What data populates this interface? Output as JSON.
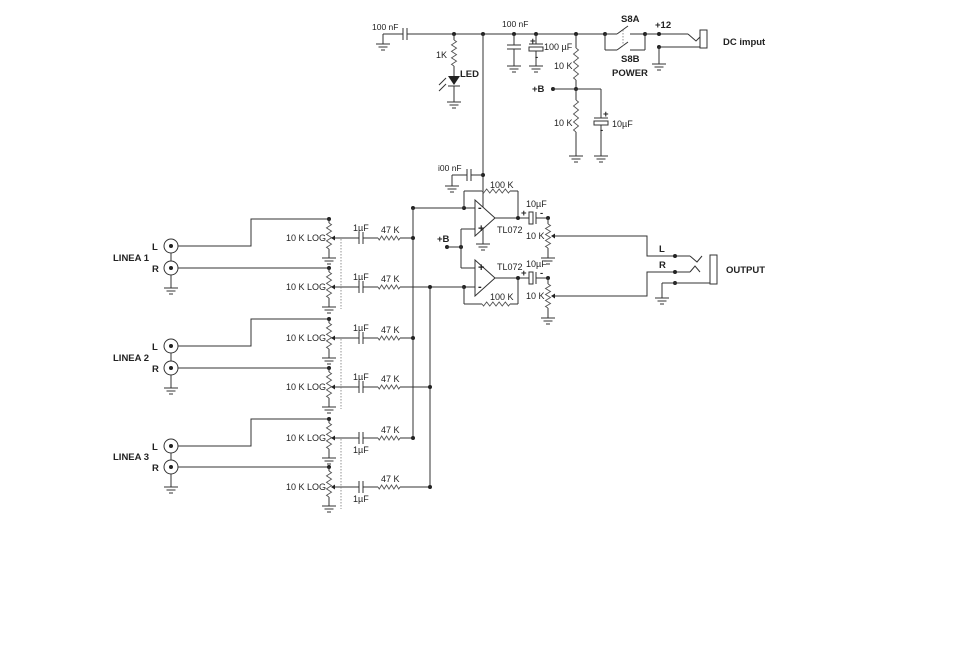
{
  "power": {
    "c_input": "100 nF",
    "r_led": "1K",
    "led": "LED",
    "c_filter": "100 nF",
    "c_elec": "100 µF",
    "r_div_top": "10 K",
    "r_div_bottom": "10 K",
    "c_bias": "10µF",
    "plus_b": "+B",
    "switch_a": "S8A",
    "switch_b": "S8B",
    "power_label": "POWER",
    "plus12": "+12",
    "dc_input": "DC imput",
    "plus": "+",
    "minus": "-"
  },
  "opamp": {
    "c_decouple": "i00 nF",
    "feedback_upper": "100 K",
    "feedback_lower": "100 K",
    "ic_upper": "TL072",
    "ic_lower": "TL072",
    "plus_b": "+B",
    "out_cap_upper": "10µF",
    "out_cap_lower": "10µF",
    "out_pot_upper": "10 K",
    "out_pot_lower": "10 K",
    "plus": "+",
    "minus": "-"
  },
  "output": {
    "left": "L",
    "right": "R",
    "label": "OUTPUT"
  },
  "inputs": [
    {
      "label": "LINEA 1",
      "channels": [
        {
          "name": "L",
          "pot": "10 K LOG",
          "cap": "1µF",
          "res": "47 K"
        },
        {
          "name": "R",
          "pot": "10 K LOG",
          "cap": "1µF",
          "res": "47 K"
        }
      ]
    },
    {
      "label": "LINEA 2",
      "channels": [
        {
          "name": "L",
          "pot": "10 K LOG",
          "cap": "1µF",
          "res": "47 K"
        },
        {
          "name": "R",
          "pot": "10 K LOG",
          "cap": "1µF",
          "res": "47 K"
        }
      ]
    },
    {
      "label": "LINEA 3",
      "channels": [
        {
          "name": "L",
          "pot": "10 K LOG",
          "cap": "1µF",
          "res": "47 K"
        },
        {
          "name": "R",
          "pot": "10 K LOG",
          "cap": "1µF",
          "res": "47 K"
        }
      ]
    }
  ]
}
